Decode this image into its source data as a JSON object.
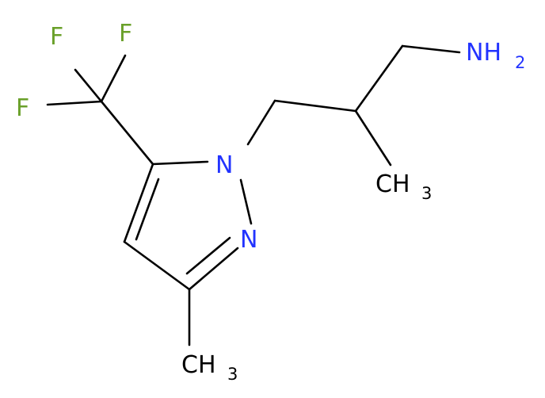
{
  "molecule": {
    "atoms": {
      "f1": "F",
      "f2": "F",
      "f3": "F",
      "n1": "N",
      "n2": "N",
      "amine": "NH",
      "amine_sub": "2",
      "ch3_branch": "CH",
      "ch3_branch_sub": "3",
      "ch3_ring": "CH",
      "ch3_ring_sub": "3"
    },
    "colors": {
      "fluorine": "#6aa02a",
      "nitrogen": "#2233ff",
      "carbon": "#000000",
      "bond": "#000000"
    }
  }
}
